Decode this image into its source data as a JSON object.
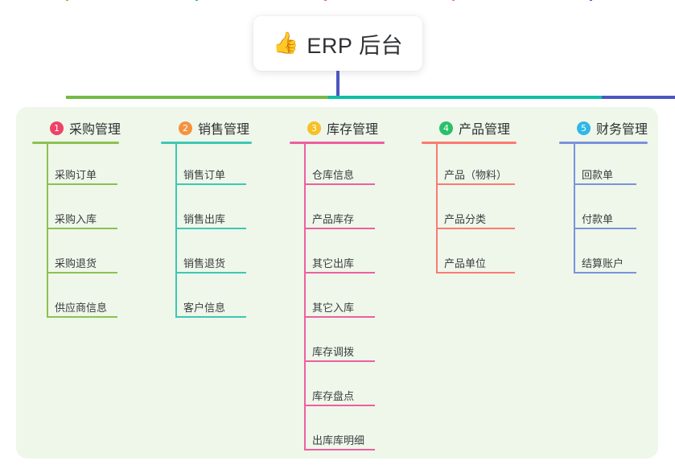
{
  "diagram": {
    "root": {
      "icon": "thumbs-up-emoji",
      "emoji": "👍",
      "title": "ERP 后台"
    },
    "panel_color": "#eef7e9",
    "bus_segments": [
      {
        "name": "bus-green",
        "color": "#73bb43"
      },
      {
        "name": "bus-teal",
        "color": "#0fbfa4"
      },
      {
        "name": "bus-blue",
        "color": "#4c56c0"
      }
    ],
    "columns": [
      {
        "number": "1",
        "title": "采购管理",
        "badge_color": "#ee4266",
        "line_color": "#8cc152",
        "items": [
          "采购订单",
          "采购入库",
          "采购退货",
          "供应商信息"
        ]
      },
      {
        "number": "2",
        "title": "销售管理",
        "badge_color": "#f5923e",
        "line_color": "#3ec7b4",
        "items": [
          "销售订单",
          "销售出库",
          "销售退货",
          "客户信息"
        ]
      },
      {
        "number": "3",
        "title": "库存管理",
        "badge_color": "#f6c026",
        "line_color": "#ee5fa0",
        "items": [
          "仓库信息",
          "产品库存",
          "其它出库",
          "其它入库",
          "库存调拨",
          "库存盘点",
          "出库库明细"
        ]
      },
      {
        "number": "4",
        "title": "产品管理",
        "badge_color": "#2bbf6a",
        "line_color": "#fb7b72",
        "items": [
          "产品（物料）",
          "产品分类",
          "产品单位"
        ]
      },
      {
        "number": "5",
        "title": "财务管理",
        "badge_color": "#30b7e8",
        "line_color": "#7b92dd",
        "items": [
          "回款单",
          "付款单",
          "结算账户"
        ]
      }
    ]
  }
}
